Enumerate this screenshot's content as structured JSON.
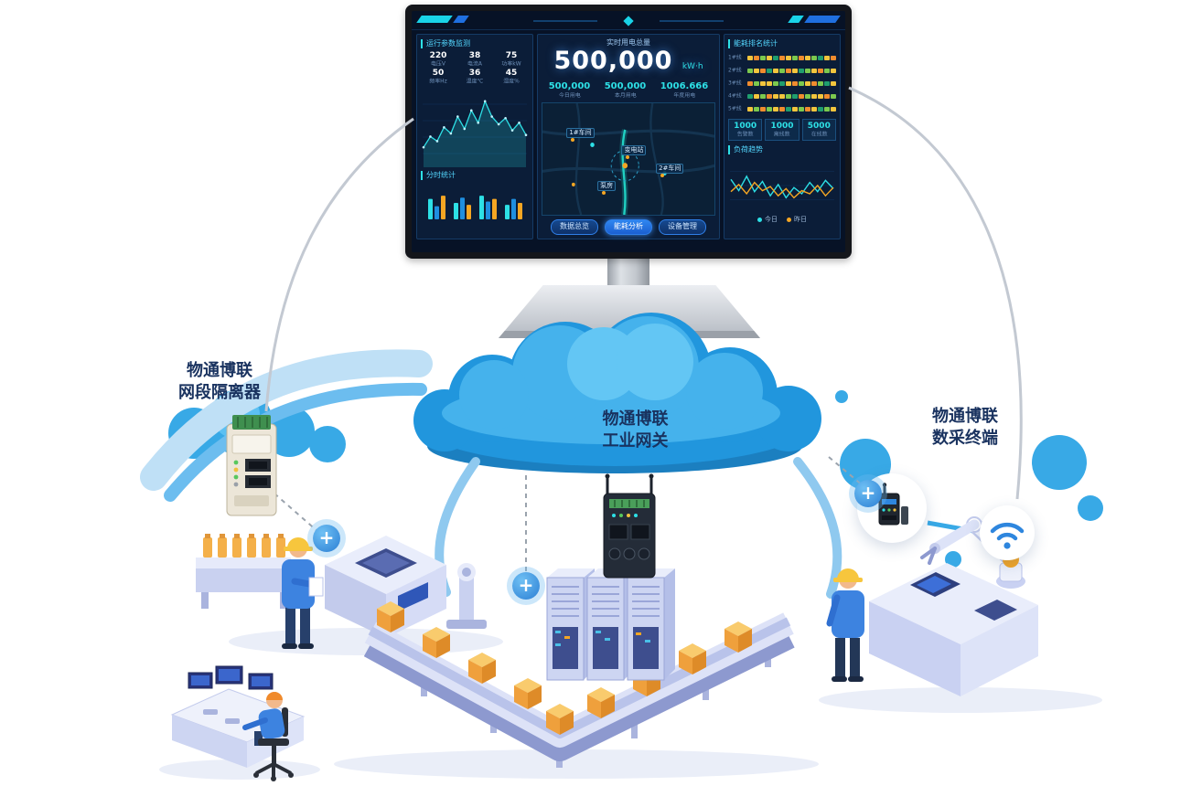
{
  "icons": {
    "plus": "+"
  },
  "labels": {
    "isolator": {
      "line1": "物通博联",
      "line2": "网段隔离器"
    },
    "gateway": {
      "line1": "物通博联",
      "line2": "工业网关"
    },
    "terminal": {
      "line1": "物通博联",
      "line2": "数采终端"
    }
  },
  "dashboard": {
    "left": {
      "title": "运行参数监测",
      "stats": [
        {
          "value": "220",
          "label": "电压V"
        },
        {
          "value": "38",
          "label": "电流A"
        },
        {
          "value": "75",
          "label": "功率kW"
        },
        {
          "value": "50",
          "label": "频率Hz"
        },
        {
          "value": "36",
          "label": "温度℃"
        },
        {
          "value": "45",
          "label": "湿度%"
        }
      ],
      "bars_title": "分时统计"
    },
    "center": {
      "title": "实时用电总量",
      "big_value": "500,000",
      "unit": "kW·h",
      "stats": [
        {
          "value": "500,000",
          "label": "今日用电"
        },
        {
          "value": "500,000",
          "label": "本月用电"
        },
        {
          "value": "1006.666",
          "label": "年度用电"
        }
      ],
      "pins": [
        "变电站",
        "1#车间",
        "2#车间",
        "泵房"
      ],
      "buttons": [
        "数据总览",
        "能耗分析",
        "设备管理"
      ]
    },
    "right": {
      "title": "能耗排名统计",
      "rows": [
        "1#线",
        "2#线",
        "3#线",
        "4#线",
        "5#线"
      ],
      "stats": [
        {
          "value": "1000",
          "label": "告警数"
        },
        {
          "value": "1000",
          "label": "离线数"
        },
        {
          "value": "5000",
          "label": "在线数"
        }
      ],
      "chart_title": "负荷趋势",
      "legend": [
        "今日",
        "昨日"
      ]
    }
  },
  "charts": {
    "area": [
      26,
      40,
      34,
      52,
      44,
      66,
      50,
      74,
      58,
      86,
      66,
      56,
      64,
      48,
      58,
      42
    ],
    "mini_bars": [
      [
        62,
        40,
        72
      ],
      [
        50,
        66,
        44
      ],
      [
        72,
        54,
        62
      ],
      [
        44,
        62,
        50
      ]
    ],
    "heat_rows": [
      [
        2,
        3,
        1,
        2,
        0,
        3,
        2,
        1,
        3,
        2,
        1,
        0,
        2,
        3
      ],
      [
        1,
        2,
        3,
        0,
        2,
        1,
        3,
        2,
        0,
        1,
        2,
        3,
        1,
        2
      ],
      [
        3,
        1,
        2,
        2,
        1,
        0,
        2,
        3,
        1,
        2,
        3,
        1,
        0,
        2
      ],
      [
        0,
        2,
        1,
        3,
        2,
        2,
        1,
        0,
        3,
        1,
        2,
        2,
        3,
        1
      ],
      [
        2,
        1,
        3,
        1,
        2,
        3,
        0,
        2,
        1,
        3,
        2,
        0,
        1,
        2
      ]
    ],
    "line_teal": [
      62,
      40,
      68,
      38,
      58,
      30,
      52,
      26,
      46,
      34,
      56,
      38,
      60,
      44
    ],
    "line_orange": [
      38,
      52,
      34,
      56,
      40,
      48,
      30,
      44,
      26,
      40,
      34,
      50,
      30,
      46
    ]
  },
  "colors": {
    "accent_blue": "#2196dd",
    "accent_cyan": "#2de0e6",
    "accent_orange": "#f5a623"
  }
}
